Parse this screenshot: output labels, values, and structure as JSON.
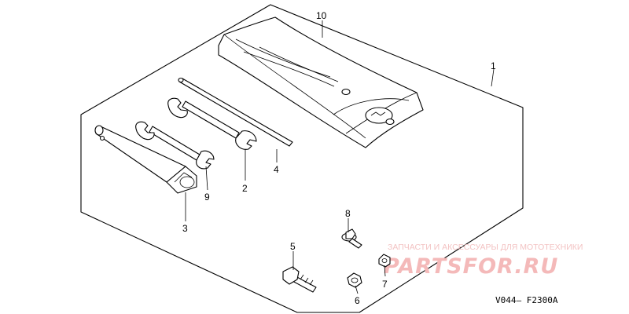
{
  "diagram": {
    "callouts": {
      "c1": "1",
      "c2": "2",
      "c3": "3",
      "c4": "4",
      "c5": "5",
      "c6": "6",
      "c7": "7",
      "c8": "8",
      "c9": "9",
      "c10": "10"
    },
    "drawing_code": "V044– F2300A"
  },
  "watermark": {
    "tagline": "ЗАПЧАСТИ И АКСЕССУАРЫ ДЛЯ МОТОТЕХНИКИ",
    "brand": "PARTSFOR.RU"
  }
}
